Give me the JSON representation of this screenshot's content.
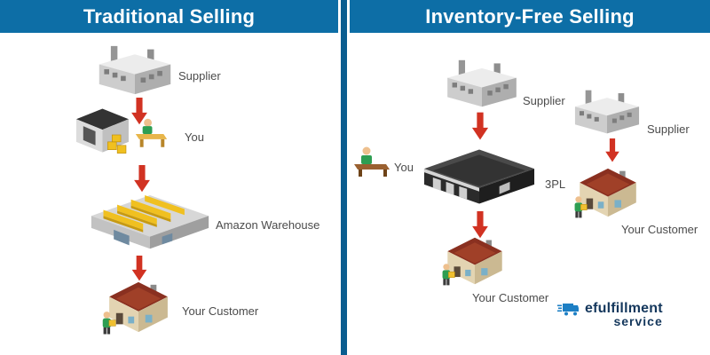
{
  "left_panel": {
    "title": "Traditional Selling",
    "nodes": {
      "supplier": {
        "label": "Supplier"
      },
      "you": {
        "label": "You"
      },
      "amazon_warehouse": {
        "label": "Amazon Warehouse"
      },
      "customer": {
        "label": "Your Customer"
      }
    }
  },
  "right_panel": {
    "title": "Inventory-Free Selling",
    "nodes": {
      "supplier1": {
        "label": "Supplier"
      },
      "you": {
        "label": "You"
      },
      "threepl": {
        "label": "3PL"
      },
      "customer1": {
        "label": "Your Customer"
      },
      "supplier2": {
        "label": "Supplier"
      },
      "customer2": {
        "label": "Your Customer"
      }
    }
  },
  "logo": {
    "line1": "efulfillment",
    "line2": "service"
  },
  "colors": {
    "header_blue": "#0d6ea6",
    "divider_blue": "#0a5d8f",
    "arrow_red": "#d13222",
    "label_gray": "#4b4b4b",
    "logo_navy": "#14375c",
    "rack_yellow": "#f0c020"
  }
}
